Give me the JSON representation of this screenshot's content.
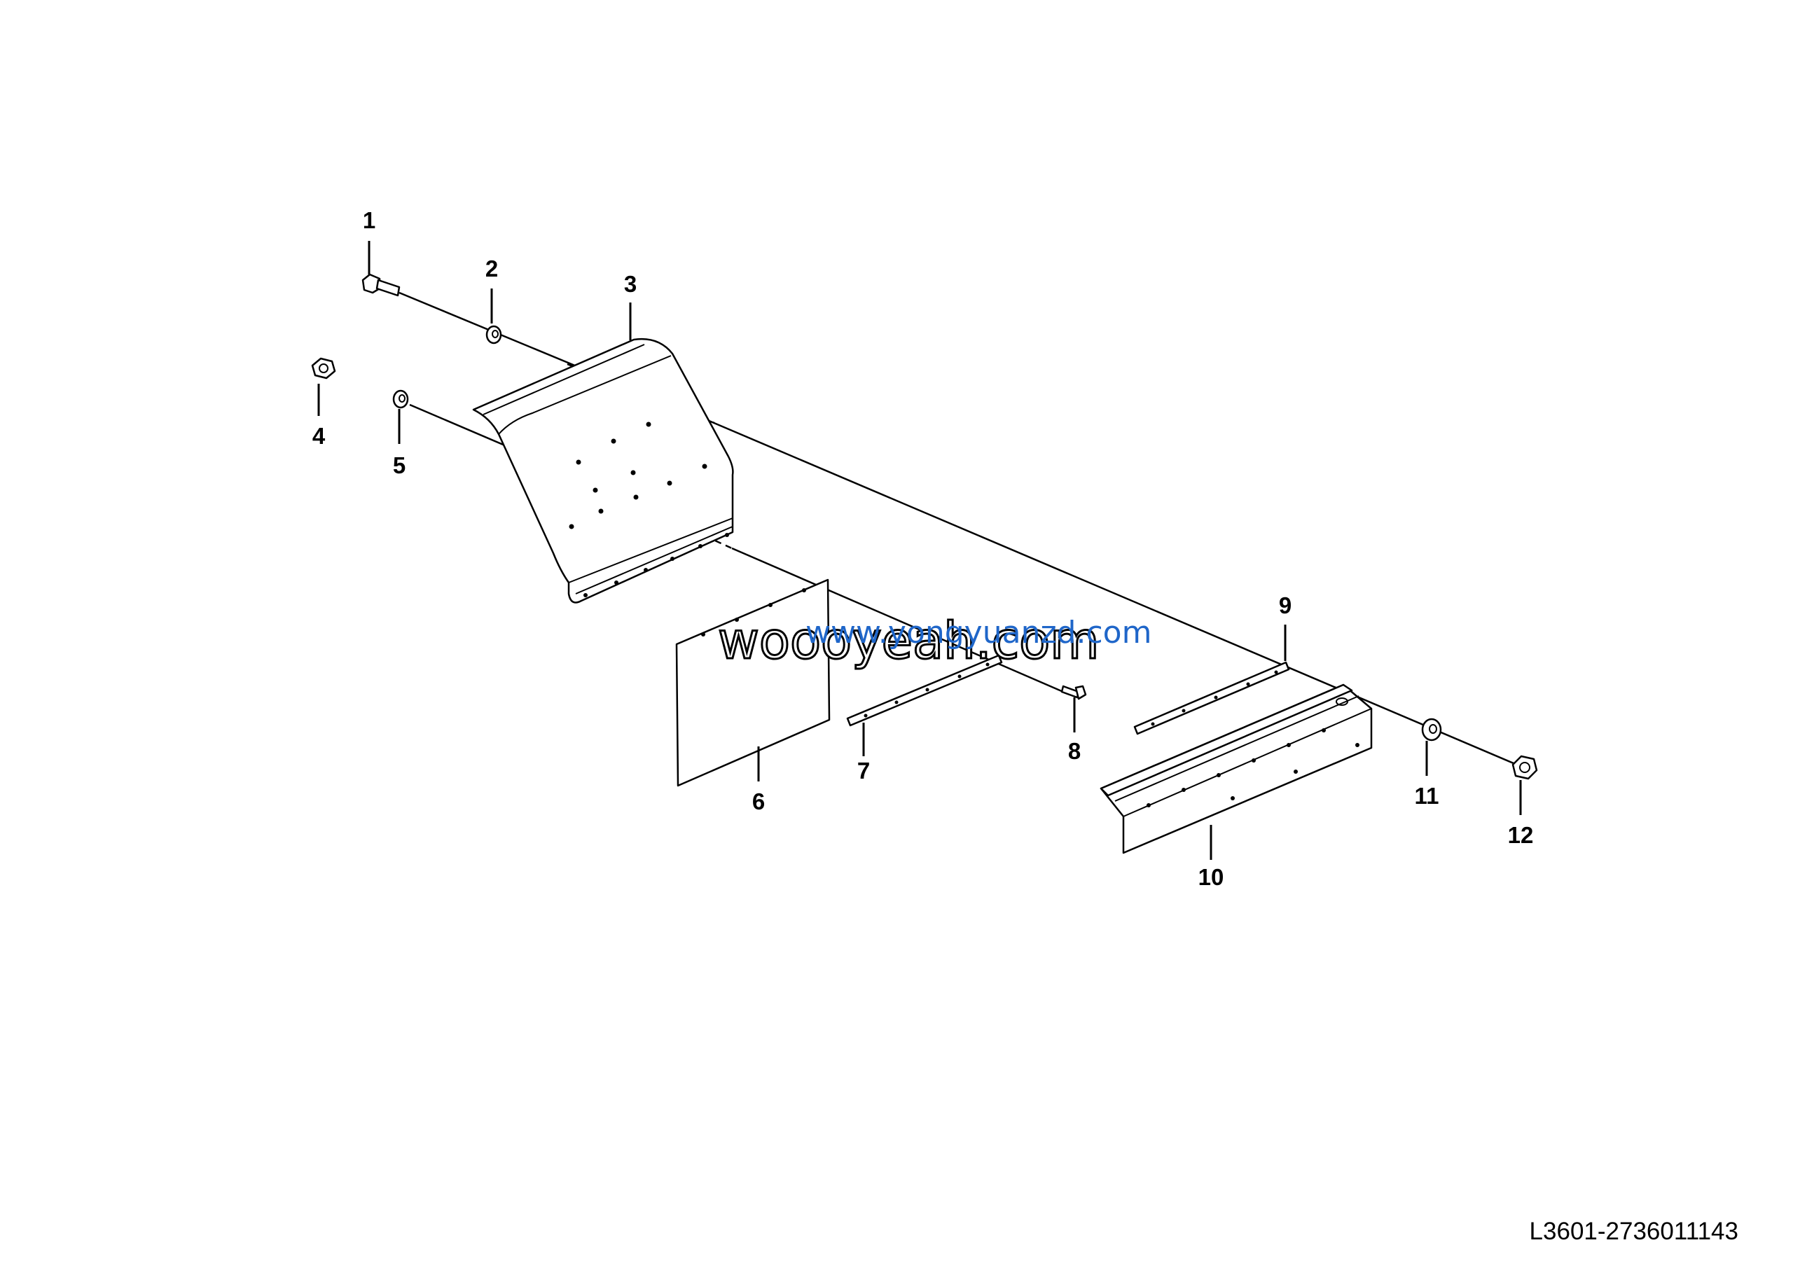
{
  "figure": {
    "reference_code": "L3601-2736011143",
    "watermark": {
      "main": "woooyeah.com",
      "overlay": "www.yongyuanzd.com"
    }
  },
  "callouts": [
    {
      "id": "1",
      "label": "1"
    },
    {
      "id": "2",
      "label": "2"
    },
    {
      "id": "3",
      "label": "3"
    },
    {
      "id": "4",
      "label": "4"
    },
    {
      "id": "5",
      "label": "5"
    },
    {
      "id": "6",
      "label": "6"
    },
    {
      "id": "7",
      "label": "7"
    },
    {
      "id": "8",
      "label": "8"
    },
    {
      "id": "9",
      "label": "9"
    },
    {
      "id": "10",
      "label": "10"
    },
    {
      "id": "11",
      "label": "11"
    },
    {
      "id": "12",
      "label": "12"
    }
  ]
}
